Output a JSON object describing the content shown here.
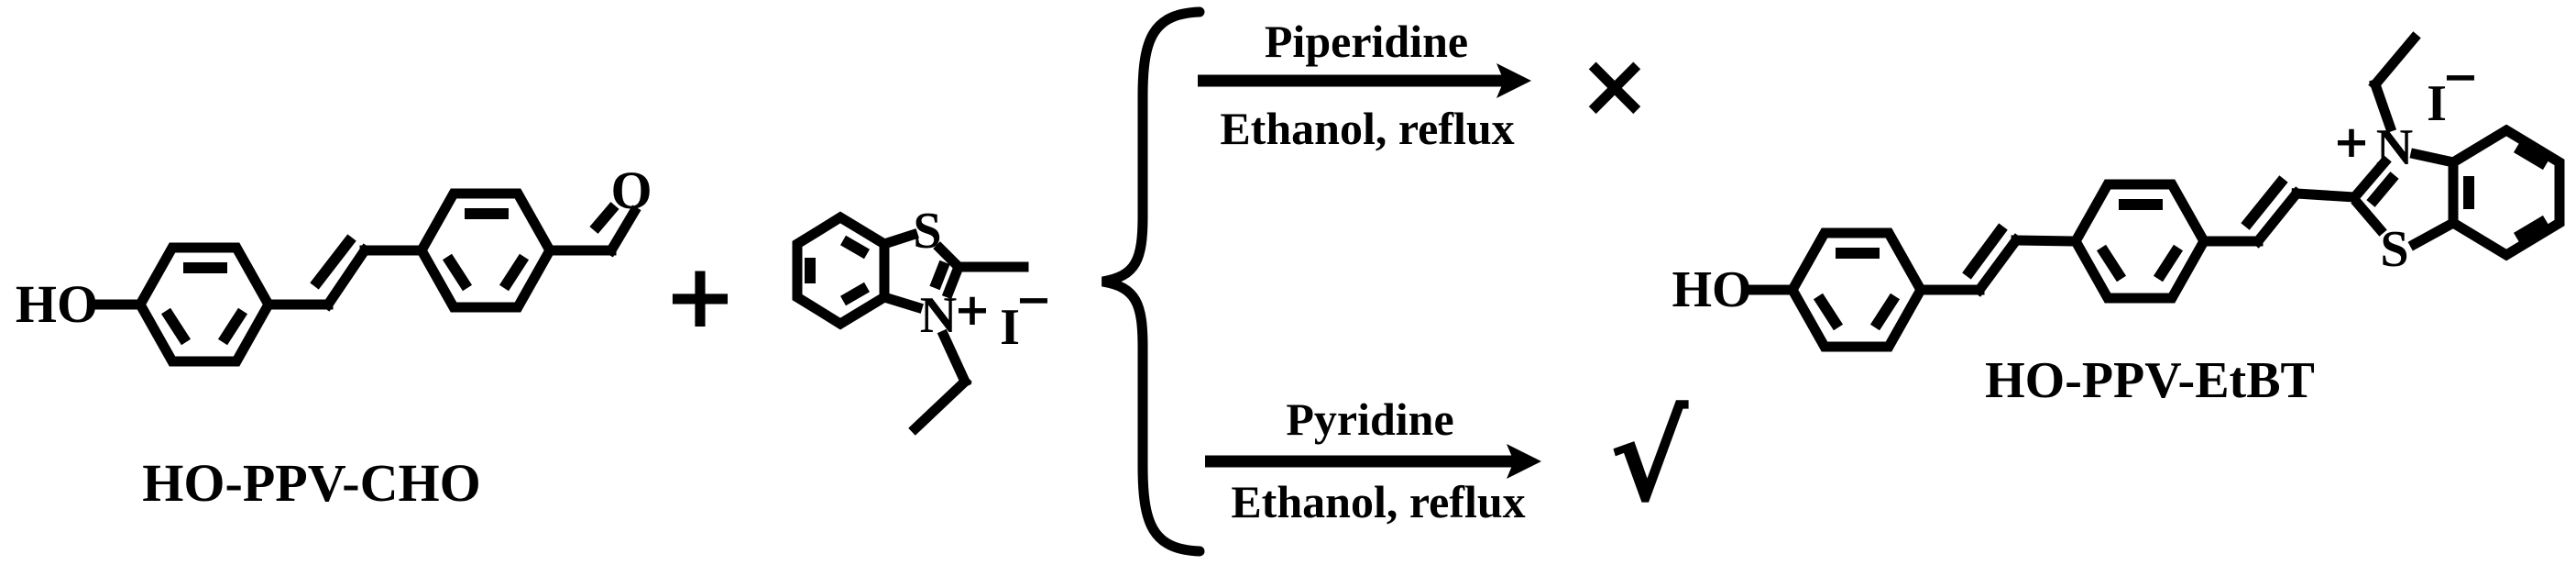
{
  "scheme": {
    "background": "#ffffff",
    "ink": "#000000",
    "reactant1": {
      "label": "HO-PPV-CHO",
      "hydroxyl": "HO",
      "carbonyl_oxygen": "O"
    },
    "plus": "+",
    "reactant2": {
      "sulfur": "S",
      "nitrogen": "N",
      "n_charge": "+",
      "counterion": "I",
      "counterion_charge": "−"
    },
    "top_branch": {
      "reagent": "Piperidine",
      "conditions": "Ethanol, reflux",
      "result_symbol": "×"
    },
    "bottom_branch": {
      "reagent": "Pyridine",
      "conditions": "Ethanol, reflux",
      "result_symbol": "√"
    },
    "product": {
      "label": "HO-PPV-EtBT",
      "hydroxyl": "HO",
      "nitrogen": "N",
      "n_charge": "+",
      "sulfur": "S",
      "counterion": "I",
      "counterion_charge": "−"
    }
  }
}
